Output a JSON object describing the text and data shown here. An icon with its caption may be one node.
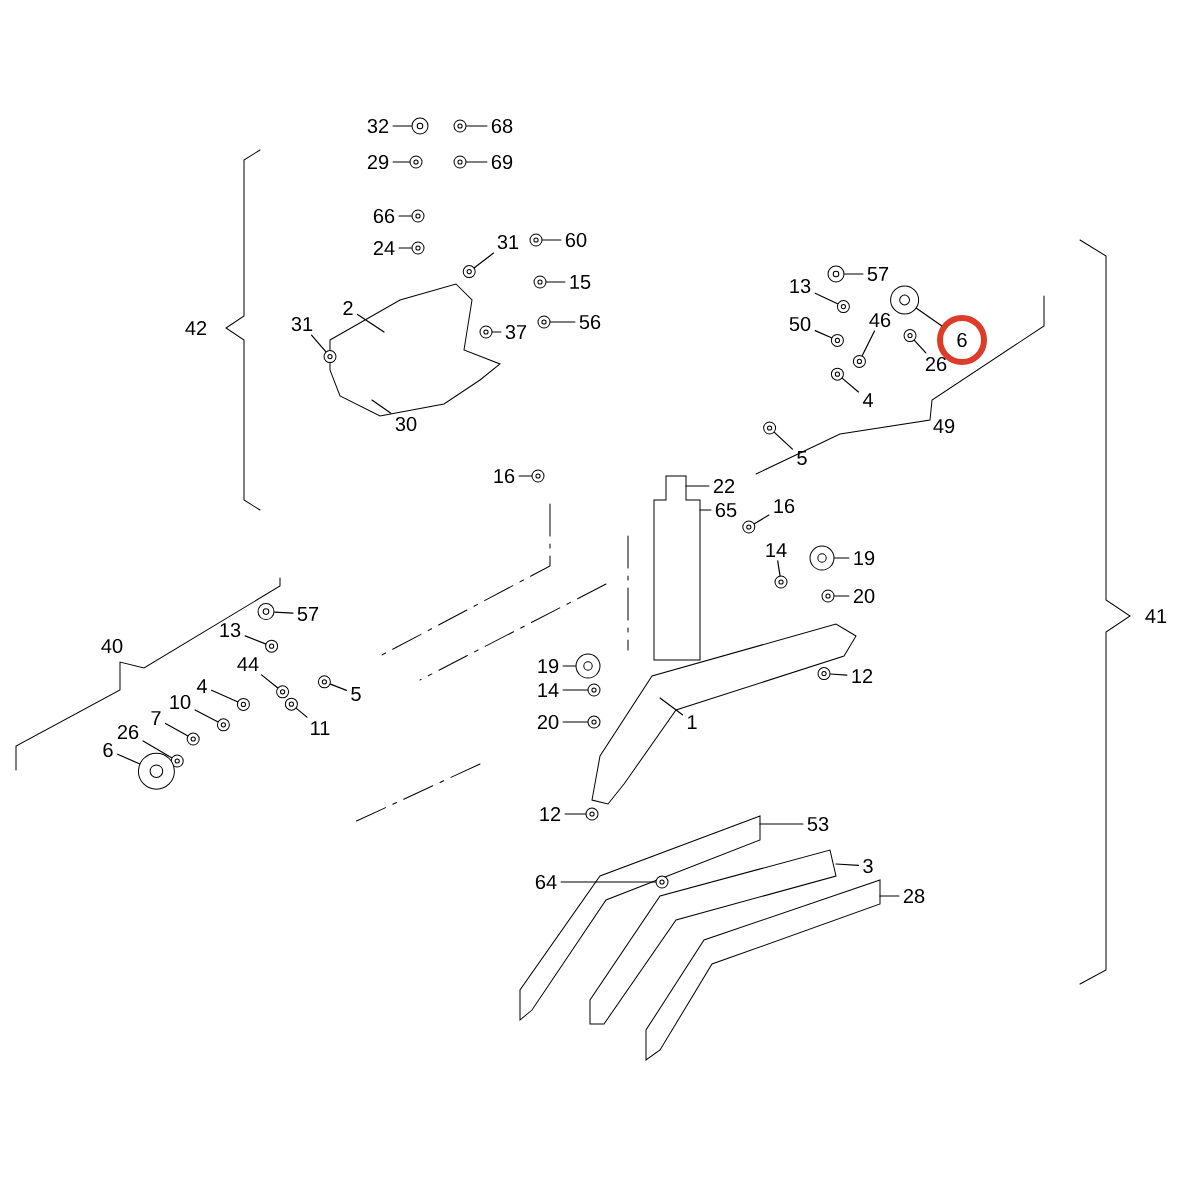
{
  "diagram": {
    "nodes": [
      {
        "text": [
          "32"
        ]
      },
      {
        "text": [
          "68"
        ]
      },
      {
        "text": [
          "29"
        ]
      },
      {
        "text": [
          "69"
        ]
      },
      {
        "text": [
          "66"
        ]
      },
      {
        "text": [
          "24"
        ]
      },
      {
        "text": [
          "31"
        ]
      },
      {
        "text": [
          "60"
        ]
      },
      {
        "text": [
          "15"
        ]
      },
      {
        "text": [
          "2"
        ]
      },
      {
        "text": [
          "31"
        ]
      },
      {
        "text": [
          "37"
        ]
      },
      {
        "text": [
          "56"
        ]
      },
      {
        "text": [
          "30"
        ]
      },
      {
        "text": [
          "57"
        ]
      },
      {
        "text": [
          "13"
        ]
      },
      {
        "text": [
          "50"
        ]
      },
      {
        "text": [
          "46"
        ]
      },
      {
        "text": [
          "6"
        ]
      },
      {
        "text": [
          "26"
        ]
      },
      {
        "text": [
          "4"
        ]
      },
      {
        "text": [
          "5"
        ]
      },
      {
        "text": [
          "16"
        ]
      },
      {
        "text": [
          "22"
        ]
      },
      {
        "text": [
          "65"
        ]
      },
      {
        "text": [
          "16"
        ]
      },
      {
        "text": [
          "14"
        ]
      },
      {
        "text": [
          "19"
        ]
      },
      {
        "text": [
          "20"
        ]
      },
      {
        "text": [
          "19"
        ]
      },
      {
        "text": [
          "14"
        ]
      },
      {
        "text": [
          "20"
        ]
      },
      {
        "text": [
          "1"
        ]
      },
      {
        "text": [
          "12"
        ]
      },
      {
        "text": [
          "57"
        ]
      },
      {
        "text": [
          "13"
        ]
      },
      {
        "text": [
          "44"
        ]
      },
      {
        "text": [
          "4"
        ]
      },
      {
        "text": [
          "5"
        ]
      },
      {
        "text": [
          "10"
        ]
      },
      {
        "text": [
          "7"
        ]
      },
      {
        "text": [
          "11"
        ]
      },
      {
        "text": [
          "26"
        ]
      },
      {
        "text": [
          "6"
        ]
      },
      {
        "text": [
          "12"
        ]
      },
      {
        "text": [
          "53"
        ]
      },
      {
        "text": [
          "64"
        ]
      },
      {
        "text": [
          "3"
        ]
      },
      {
        "text": [
          "28"
        ]
      },
      {
        "text": [],
        "shape": "picture"
      },
      {
        "text": [],
        "shape": "picture"
      },
      {
        "text": [],
        "shape": "picture"
      },
      {
        "text": [],
        "shape": "picture"
      },
      {
        "text": [],
        "shape": "picture"
      },
      {
        "text": [],
        "shape": "picture"
      },
      {
        "text": [],
        "shape": "circle"
      },
      {
        "text": [],
        "shape": "circle"
      },
      {
        "text": [],
        "shape": "circle"
      },
      {
        "text": [],
        "shape": "circle"
      },
      {
        "text": [],
        "shape": "circle"
      },
      {
        "text": [],
        "shape": "circle"
      },
      {
        "text": [],
        "shape": "circle"
      },
      {
        "text": [],
        "shape": "circle"
      },
      {
        "text": [],
        "shape": "circle"
      },
      {
        "text": [],
        "shape": "circle"
      },
      {
        "text": [],
        "shape": "circle"
      },
      {
        "text": [],
        "shape": "circle"
      },
      {
        "text": [],
        "shape": "circle"
      },
      {
        "text": [],
        "shape": "circle"
      },
      {
        "text": [],
        "shape": "circle"
      },
      {
        "text": [],
        "shape": "circle"
      },
      {
        "text": [],
        "shape": "circle"
      },
      {
        "text": [],
        "shape": "circle"
      },
      {
        "text": [],
        "shape": "circle"
      },
      {
        "text": [],
        "shape": "circle"
      },
      {
        "text": [],
        "shape": "circle"
      },
      {
        "text": [],
        "shape": "circle"
      },
      {
        "text": [],
        "shape": "circle"
      },
      {
        "text": [],
        "shape": "circle"
      },
      {
        "text": [],
        "shape": "circle"
      },
      {
        "text": [],
        "shape": "circle"
      },
      {
        "text": [],
        "shape": "circle"
      },
      {
        "text": [],
        "shape": "circle"
      },
      {
        "text": [],
        "shape": "circle"
      },
      {
        "text": [],
        "shape": "circle"
      },
      {
        "text": [],
        "shape": "circle"
      },
      {
        "text": [],
        "shape": "circle"
      },
      {
        "text": [],
        "shape": "circle"
      },
      {
        "text": [],
        "shape": "circle"
      },
      {
        "text": [],
        "shape": "circle"
      },
      {
        "text": [],
        "shape": "circle"
      },
      {
        "text": [],
        "shape": "circle"
      },
      {
        "text": [],
        "shape": "circle"
      },
      {
        "text": [],
        "shape": "circle"
      },
      {
        "text": [],
        "shape": "circle"
      },
      {
        "text": [],
        "shape": "circle"
      }
    ],
    "edges": [
      {
        "from": 0,
        "to": 55,
        "arrow": "none"
      },
      {
        "from": 1,
        "to": 56,
        "arrow": "none"
      },
      {
        "from": 2,
        "to": 57,
        "arrow": "none"
      },
      {
        "from": 3,
        "to": 58,
        "arrow": "none"
      },
      {
        "from": 4,
        "to": 59,
        "arrow": "none"
      },
      {
        "from": 5,
        "to": 60,
        "arrow": "none"
      },
      {
        "from": 6,
        "to": 61,
        "arrow": "none"
      },
      {
        "from": 7,
        "to": 62,
        "arrow": "none"
      },
      {
        "from": 8,
        "to": 63,
        "arrow": "none"
      },
      {
        "from": 9,
        "to": 49,
        "arrow": "none"
      },
      {
        "from": 10,
        "to": 64,
        "arrow": "none"
      },
      {
        "from": 11,
        "to": 65,
        "arrow": "none"
      },
      {
        "from": 12,
        "to": 66,
        "arrow": "none"
      },
      {
        "from": 13,
        "to": 49,
        "arrow": "none"
      },
      {
        "from": 14,
        "to": 67,
        "arrow": "none"
      },
      {
        "from": 15,
        "to": 68,
        "arrow": "none"
      },
      {
        "from": 16,
        "to": 69,
        "arrow": "none"
      },
      {
        "from": 17,
        "to": 70,
        "arrow": "none"
      },
      {
        "from": 18,
        "to": 71,
        "arrow": "none"
      },
      {
        "from": 19,
        "to": 72,
        "arrow": "none"
      },
      {
        "from": 20,
        "to": 73,
        "arrow": "none"
      },
      {
        "from": 21,
        "to": 74,
        "arrow": "none"
      },
      {
        "from": 22,
        "to": 75,
        "arrow": "none"
      },
      {
        "from": 23,
        "to": 51,
        "arrow": "none"
      },
      {
        "from": 24,
        "to": 51,
        "arrow": "none"
      },
      {
        "from": 25,
        "to": 76,
        "arrow": "none"
      },
      {
        "from": 26,
        "to": 77,
        "arrow": "none"
      },
      {
        "from": 27,
        "to": 78,
        "arrow": "none"
      },
      {
        "from": 28,
        "to": 79,
        "arrow": "none"
      },
      {
        "from": 29,
        "to": 80,
        "arrow": "none"
      },
      {
        "from": 30,
        "to": 81,
        "arrow": "none"
      },
      {
        "from": 31,
        "to": 82,
        "arrow": "none"
      },
      {
        "from": 32,
        "to": 50,
        "arrow": "none"
      },
      {
        "from": 33,
        "to": 83,
        "arrow": "none"
      },
      {
        "from": 34,
        "to": 84,
        "arrow": "none"
      },
      {
        "from": 35,
        "to": 85,
        "arrow": "none"
      },
      {
        "from": 36,
        "to": 86,
        "arrow": "none"
      },
      {
        "from": 37,
        "to": 87,
        "arrow": "none"
      },
      {
        "from": 38,
        "to": 88,
        "arrow": "none"
      },
      {
        "from": 39,
        "to": 89,
        "arrow": "none"
      },
      {
        "from": 40,
        "to": 90,
        "arrow": "none"
      },
      {
        "from": 41,
        "to": 91,
        "arrow": "none"
      },
      {
        "from": 42,
        "to": 92,
        "arrow": "none"
      },
      {
        "from": 43,
        "to": 93,
        "arrow": "none"
      },
      {
        "from": 44,
        "to": 94,
        "arrow": "none"
      },
      {
        "from": 45,
        "to": 52,
        "arrow": "none"
      },
      {
        "from": 46,
        "to": 95,
        "arrow": "none"
      },
      {
        "from": 47,
        "to": 53,
        "arrow": "none"
      },
      {
        "from": 48,
        "to": 54,
        "arrow": "none"
      }
    ],
    "labels": [
      "42",
      "41",
      "40",
      "49"
    ]
  }
}
